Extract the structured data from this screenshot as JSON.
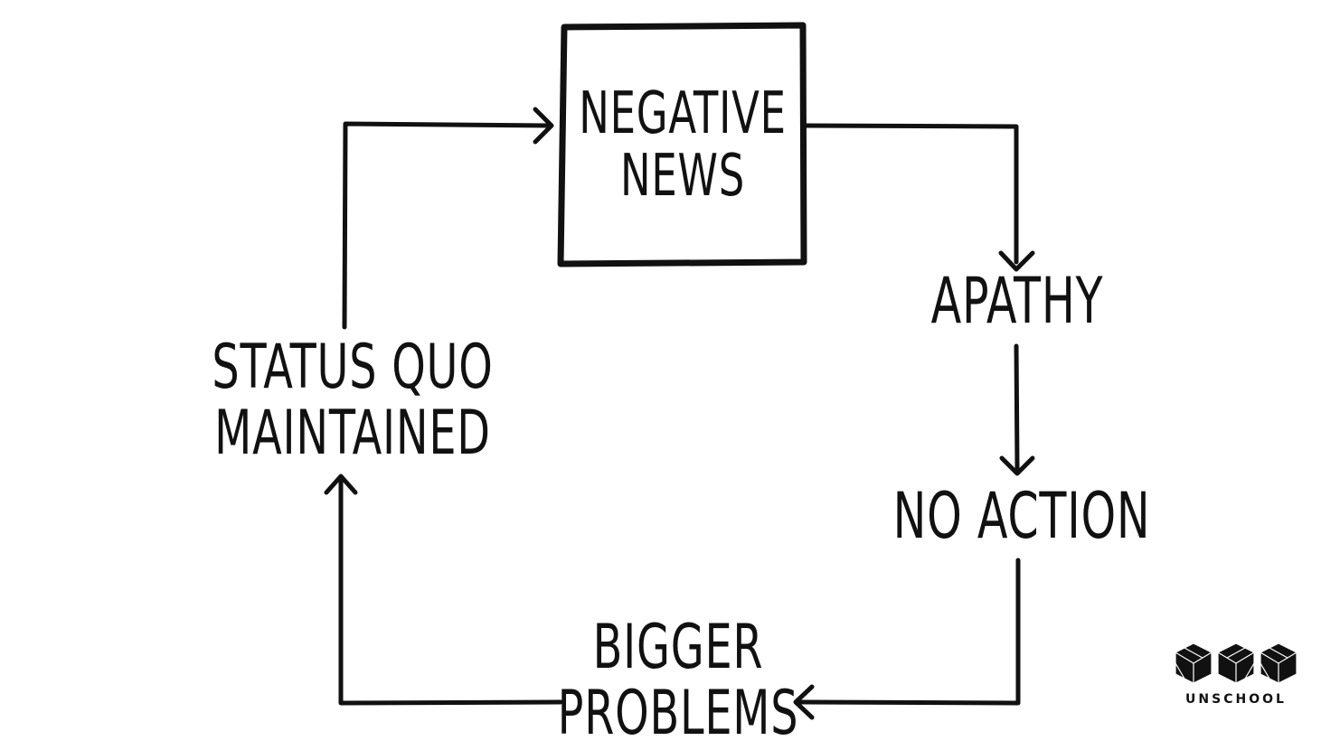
{
  "nodes": {
    "negative_news": {
      "line1": "NEGATIVE",
      "line2": "NEWS"
    },
    "apathy": {
      "text": "APATHY"
    },
    "no_action": {
      "text": "NO ACTION"
    },
    "bigger_problems": {
      "line1": "BIGGER",
      "line2": "PROBLEMS"
    },
    "status_quo": {
      "line1": "STATUS QUO",
      "line2": "MAINTAINED"
    }
  },
  "brand": {
    "name": "UNSCHOOL",
    "icon": "hexagon-cubes-logo"
  },
  "colors": {
    "ink": "#111111",
    "background": "#ffffff"
  }
}
